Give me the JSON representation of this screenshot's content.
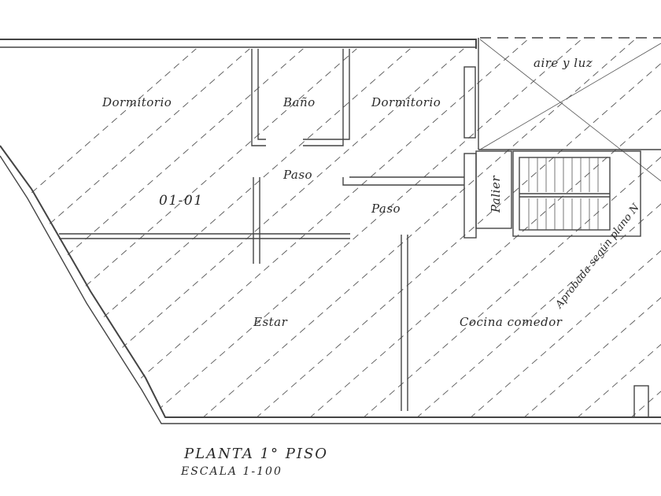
{
  "drawing": {
    "rooms": {
      "dormitorio_left": "Dormitorio",
      "bano": "Baño",
      "dormitorio_right": "Dormitorio",
      "paso_upper": "Paso",
      "paso_lower": "Paso",
      "estar": "Estar",
      "cocina_comedor": "Cocina comedor",
      "palier": "Palier",
      "aire_y_luz": "aire y luz"
    },
    "unit_code": "01-01",
    "approval_note": "Aprobada según plano N",
    "title": "PLANTA 1° PISO",
    "scale": "ESCALA 1-100"
  }
}
